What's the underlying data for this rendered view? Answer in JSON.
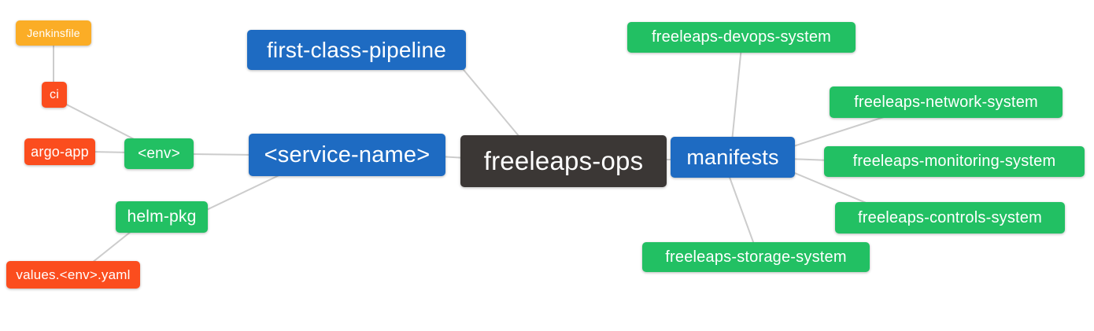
{
  "diagram": {
    "background_color": "#ffffff",
    "edge_color": "#cccccc",
    "palette": {
      "orange": "#fbad26",
      "red": "#fb4d1e",
      "green": "#22c063",
      "blue": "#1e6bc2",
      "dark": "#3b3735",
      "text": "#ffffff"
    },
    "nodes": [
      {
        "id": "jenkinsfile",
        "label": "Jenkinsfile",
        "color": "orange"
      },
      {
        "id": "ci",
        "label": "ci",
        "color": "red"
      },
      {
        "id": "argo-app",
        "label": "argo-app",
        "color": "red"
      },
      {
        "id": "env",
        "label": "<env>",
        "color": "green"
      },
      {
        "id": "helm-pkg",
        "label": "helm-pkg",
        "color": "green"
      },
      {
        "id": "values-env-yaml",
        "label": "values.<env>.yaml",
        "color": "red"
      },
      {
        "id": "first-class-pipeline",
        "label": "first-class-pipeline",
        "color": "blue"
      },
      {
        "id": "service-name",
        "label": "<service-name>",
        "color": "blue"
      },
      {
        "id": "freeleaps-ops",
        "label": "freeleaps-ops",
        "color": "dark"
      },
      {
        "id": "manifests",
        "label": "manifests",
        "color": "blue"
      },
      {
        "id": "freeleaps-devops-system",
        "label": "freeleaps-devops-system",
        "color": "green"
      },
      {
        "id": "freeleaps-network-system",
        "label": "freeleaps-network-system",
        "color": "green"
      },
      {
        "id": "freeleaps-monitoring-system",
        "label": "freeleaps-monitoring-system",
        "color": "green"
      },
      {
        "id": "freeleaps-controls-system",
        "label": "freeleaps-controls-system",
        "color": "green"
      },
      {
        "id": "freeleaps-storage-system",
        "label": "freeleaps-storage-system",
        "color": "green"
      }
    ],
    "edges": [
      [
        "jenkinsfile",
        "ci"
      ],
      [
        "ci",
        "env"
      ],
      [
        "argo-app",
        "env"
      ],
      [
        "env",
        "service-name"
      ],
      [
        "service-name",
        "helm-pkg"
      ],
      [
        "helm-pkg",
        "values-env-yaml"
      ],
      [
        "service-name",
        "freeleaps-ops"
      ],
      [
        "first-class-pipeline",
        "freeleaps-ops"
      ],
      [
        "freeleaps-ops",
        "manifests"
      ],
      [
        "manifests",
        "freeleaps-devops-system"
      ],
      [
        "manifests",
        "freeleaps-network-system"
      ],
      [
        "manifests",
        "freeleaps-monitoring-system"
      ],
      [
        "manifests",
        "freeleaps-controls-system"
      ],
      [
        "manifests",
        "freeleaps-storage-system"
      ]
    ]
  }
}
